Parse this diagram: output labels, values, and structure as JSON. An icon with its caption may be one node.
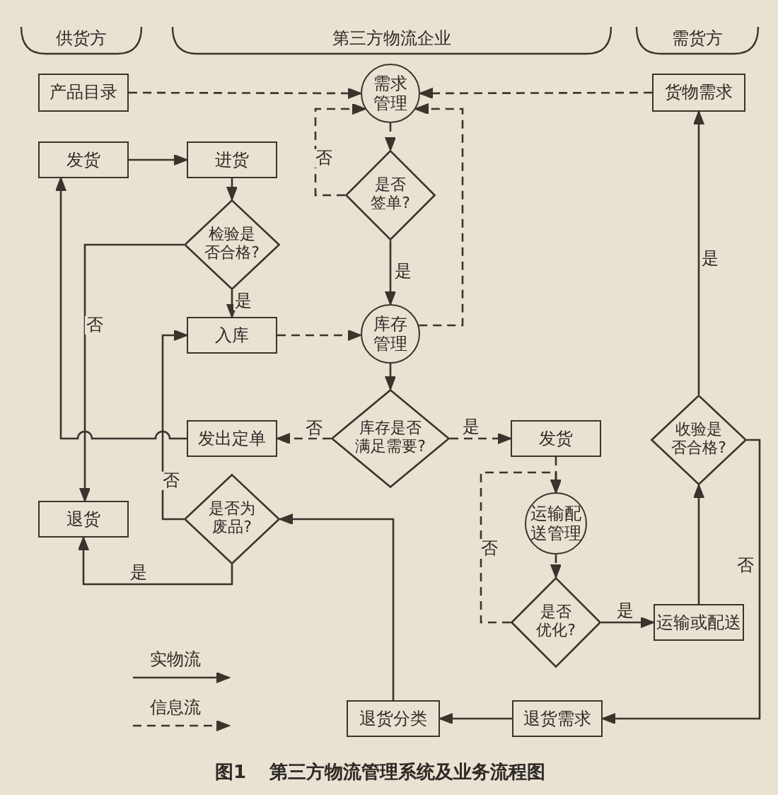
{
  "diagram": {
    "caption": "图1 第三方物流管理系统及业务流程图",
    "nodes": [
      {
        "text": [
          "产品目录"
        ]
      },
      {
        "text": [
          "需求管理"
        ]
      },
      {
        "text": [
          "货物需求"
        ]
      },
      {
        "text": [
          "发货"
        ]
      },
      {
        "text": [
          "进货"
        ]
      },
      {
        "text": [
          "检验是否合格?"
        ]
      },
      {
        "text": [
          "是否签单?"
        ]
      },
      {
        "text": [
          "入库"
        ]
      },
      {
        "text": [
          "库存管理"
        ]
      },
      {
        "text": [
          "库存是否满足需要?"
        ]
      },
      {
        "text": [
          "发出定单"
        ]
      },
      {
        "text": [
          "发货"
        ]
      },
      {
        "text": [
          "收验是否合格?"
        ]
      },
      {
        "text": [
          "退货"
        ]
      },
      {
        "text": [
          "是否为废品?"
        ]
      },
      {
        "text": [
          "运输配送管理"
        ]
      },
      {
        "text": [
          "是否优化?"
        ]
      },
      {
        "text": [
          "运输或配送"
        ]
      },
      {
        "text": [
          "退货分类"
        ]
      },
      {
        "text": [
          "退货需求"
        ]
      }
    ],
    "edges": [
      {
        "from": 0,
        "to": 1,
        "arrow": "to",
        "style": "dashed"
      },
      {
        "from": 2,
        "to": 1,
        "arrow": "to",
        "style": "dashed"
      },
      {
        "from": 1,
        "to": 6,
        "arrow": "to",
        "style": "dashed"
      },
      {
        "from": 6,
        "to": 1,
        "arrow": "to",
        "style": "dashed",
        "label": "否"
      },
      {
        "from": 6,
        "to": 8,
        "arrow": "to",
        "label": "是"
      },
      {
        "from": 8,
        "to": 1,
        "arrow": "to",
        "style": "dashed"
      },
      {
        "from": 3,
        "to": 4,
        "arrow": "to"
      },
      {
        "from": 4,
        "to": 5,
        "arrow": "to"
      },
      {
        "from": 5,
        "to": 7,
        "arrow": "to",
        "label": "是"
      },
      {
        "from": 5,
        "to": 13,
        "arrow": "to",
        "label": "否"
      },
      {
        "from": 7,
        "to": 8,
        "arrow": "to",
        "style": "dashed"
      },
      {
        "from": 8,
        "to": 9,
        "arrow": "to"
      },
      {
        "from": 9,
        "to": 10,
        "arrow": "to",
        "style": "dashed",
        "label": "否"
      },
      {
        "from": 10,
        "to": 3,
        "arrow": "to"
      },
      {
        "from": 9,
        "to": 11,
        "arrow": "to",
        "style": "dashed",
        "label": "是"
      },
      {
        "from": 11,
        "to": 15,
        "arrow": "to",
        "style": "dashed"
      },
      {
        "from": 15,
        "to": 16,
        "arrow": "to",
        "style": "dashed"
      },
      {
        "from": 16,
        "to": 15,
        "arrow": "to",
        "style": "dashed",
        "label": "否"
      },
      {
        "from": 16,
        "to": 17,
        "arrow": "to",
        "label": "是"
      },
      {
        "from": 17,
        "to": 12,
        "arrow": "to"
      },
      {
        "from": 12,
        "to": 2,
        "arrow": "to",
        "label": "是"
      },
      {
        "from": 12,
        "to": 19,
        "arrow": "to",
        "label": "否"
      },
      {
        "from": 19,
        "to": 18,
        "arrow": "to"
      },
      {
        "from": 18,
        "to": 14,
        "arrow": "to"
      },
      {
        "from": 14,
        "to": 13,
        "arrow": "to",
        "label": "是"
      },
      {
        "from": 14,
        "to": 7,
        "arrow": "to",
        "label": "否"
      }
    ],
    "labels": [
      "供货方",
      "第三方物流企业",
      "需货方"
    ],
    "legend": [
      {
        "text": "实物流"
      },
      {
        "text": "信息流"
      }
    ]
  }
}
